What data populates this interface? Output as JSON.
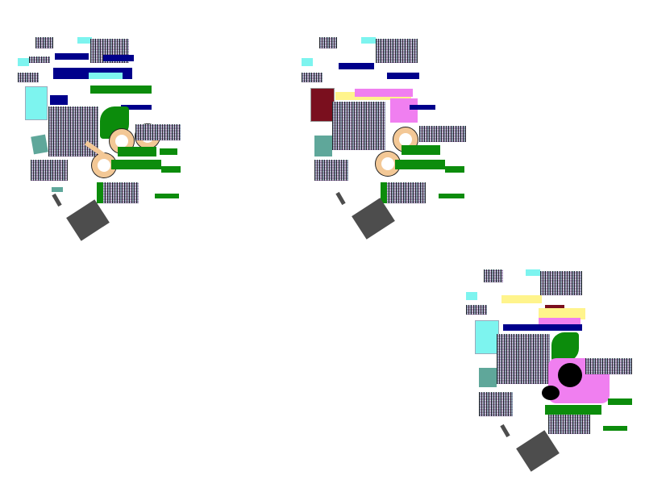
{
  "canvas": {
    "background": "#ffffff"
  },
  "colors": {
    "cyan": "#7df4ef",
    "navy": "#00008b",
    "green": "#0c8c0c",
    "gray": "#4d4d4d",
    "teal": "#5fa79a",
    "maroon": "#7a0f1e",
    "yellow": "#fff48c",
    "pink": "#f07ff0",
    "peach": "#f3c896",
    "black": "#000000"
  },
  "clusters": [
    {
      "variant": "green-rings",
      "ring_color": "peach"
    },
    {
      "variant": "maroon-yellow-pink",
      "ring_color": "peach"
    },
    {
      "variant": "pink-black",
      "ring_color": "pink"
    }
  ]
}
